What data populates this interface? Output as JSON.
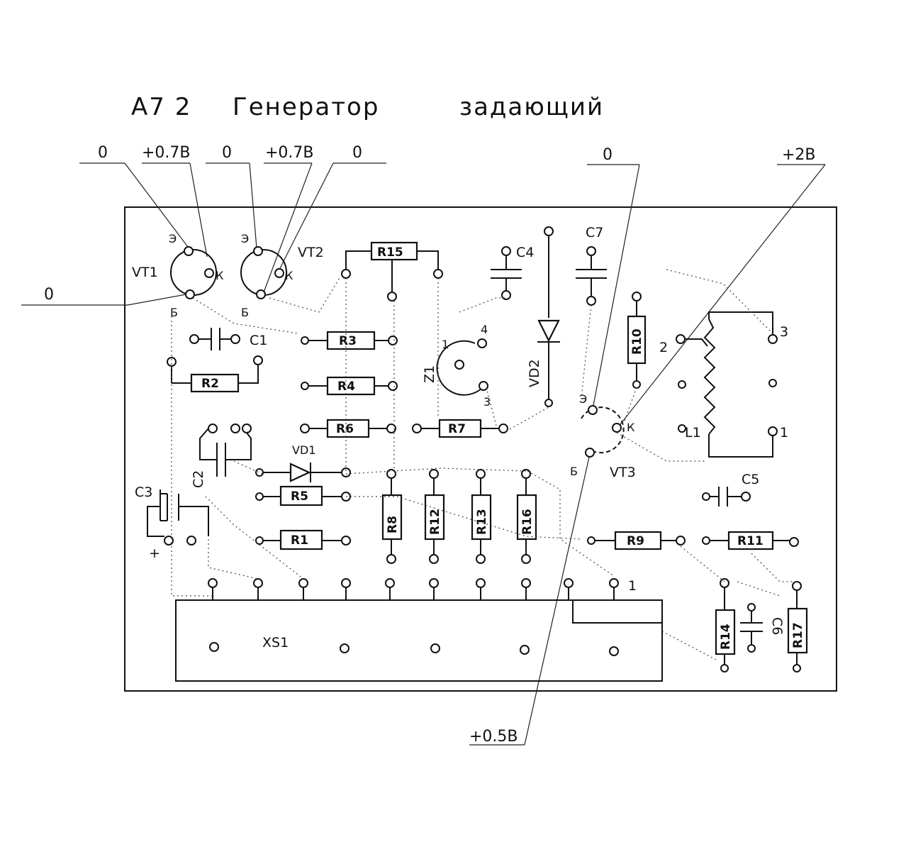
{
  "title": {
    "code": "A7 2",
    "name": "Генератор",
    "qualifier": "задающий"
  },
  "voltages": {
    "v1": "0",
    "v2": "+0.7В",
    "v3": "0",
    "v4": "+0.7В",
    "v5": "0",
    "v6": "0",
    "v7": "+2В",
    "v8": "0",
    "v9": "+0.5В"
  },
  "transistors": {
    "vt1": "VT1",
    "vt2": "VT2",
    "vt3": "VT3",
    "emitter": "Э",
    "base": "Б",
    "collector": "К"
  },
  "resistors": {
    "r1": "R1",
    "r2": "R2",
    "r3": "R3",
    "r4": "R4",
    "r5": "R5",
    "r6": "R6",
    "r7": "R7",
    "r8": "R8",
    "r9": "R9",
    "r10": "R10",
    "r11": "R11",
    "r12": "R12",
    "r13": "R13",
    "r14": "R14",
    "r15": "R15",
    "r16": "R16",
    "r17": "R17"
  },
  "capacitors": {
    "c1": "C1",
    "c2": "C2",
    "c3": "C3",
    "c4": "C4",
    "c5": "C5",
    "c6": "C6",
    "c7": "C7",
    "c3_plus": "+"
  },
  "diodes": {
    "vd1": "VD1",
    "vd2": "VD2"
  },
  "crystal": {
    "label": "Z1",
    "pin1": "1",
    "pin3": "3",
    "pin4": "4"
  },
  "inductor": {
    "label": "L1",
    "pin1": "1",
    "pin2": "2",
    "pin3": "3"
  },
  "connector": {
    "label": "XS1",
    "pin1": "1"
  }
}
